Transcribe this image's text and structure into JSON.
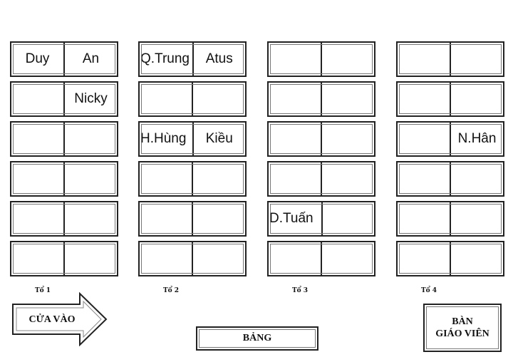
{
  "groups": [
    {
      "label": "Tổ 1",
      "rows": [
        [
          "Duy",
          "An"
        ],
        [
          "",
          "Nicky"
        ],
        [
          "",
          ""
        ],
        [
          "",
          ""
        ],
        [
          "",
          ""
        ],
        [
          "",
          ""
        ]
      ]
    },
    {
      "label": "Tổ 2",
      "rows": [
        [
          "Q.Trung",
          "Atus"
        ],
        [
          "",
          ""
        ],
        [
          "H.Hùng",
          "Kiều"
        ],
        [
          "",
          ""
        ],
        [
          "",
          ""
        ],
        [
          "",
          ""
        ]
      ]
    },
    {
      "label": "Tổ 3",
      "rows": [
        [
          "",
          ""
        ],
        [
          "",
          ""
        ],
        [
          "",
          ""
        ],
        [
          "",
          ""
        ],
        [
          "D.Tuấn",
          ""
        ],
        [
          "",
          ""
        ]
      ]
    },
    {
      "label": "Tổ 4",
      "rows": [
        [
          "",
          ""
        ],
        [
          "",
          ""
        ],
        [
          "",
          "N.Hân"
        ],
        [
          "",
          ""
        ],
        [
          "",
          ""
        ],
        [
          "",
          ""
        ]
      ]
    }
  ],
  "door": {
    "label": "CỬA VÀO"
  },
  "board": {
    "label": "BẢNG"
  },
  "teacher_desk": {
    "line1": "BÀN",
    "line2": "GIÁO VIÊN"
  }
}
